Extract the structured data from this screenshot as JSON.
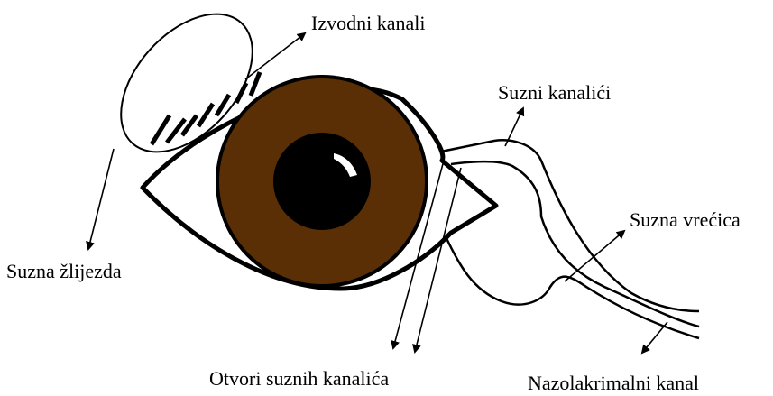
{
  "diagram": {
    "labels": {
      "izvodni_kanali": "Izvodni kanali",
      "suzni_kanalici": "Suzni kanalići",
      "suzna_vrecica": "Suzna vrećica",
      "suzna_zlijezda": "Suzna žlijezda",
      "otvori_suznih_kanalica": "Otvori suznih kanalića",
      "nazolakrimalni_kanal": "Nazolakrimalni kanal"
    },
    "colors": {
      "iris": "#5a2f06",
      "pupil": "#000000",
      "outline": "#000000",
      "background": "#ffffff"
    }
  }
}
